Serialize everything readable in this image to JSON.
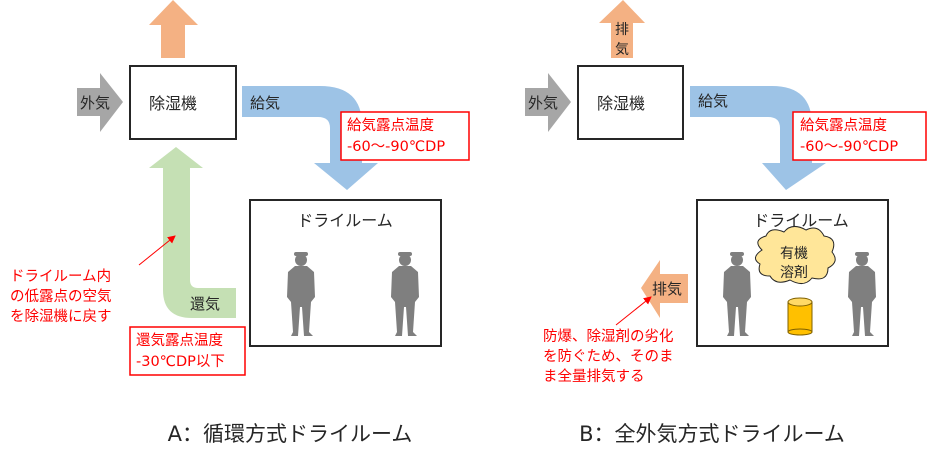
{
  "colors": {
    "exhaust": "#f4b183",
    "outside_air": "#a6a6a6",
    "supply": "#9dc3e6",
    "return": "#c5e0b4",
    "note": "#ff0000",
    "cloud": "#ffe699",
    "drum": "#ffc000"
  },
  "panel_a": {
    "outside_air": "外気",
    "dehumidifier": "除湿機",
    "supply_air": "給気",
    "supply_dewpoint": [
      "給気露点温度",
      "-60～-90℃DP"
    ],
    "dry_room": "ドライルーム",
    "return_air": "還気",
    "return_dewpoint": [
      "還気露点温度",
      "-30℃DP以下"
    ],
    "note": [
      "ドライルーム内",
      "の低露点の空気",
      "を除湿機に戻す"
    ],
    "caption": "A：循環方式ドライルーム"
  },
  "panel_b": {
    "exhaust_top": [
      "排",
      "気"
    ],
    "outside_air": "外気",
    "dehumidifier": "除湿機",
    "supply_air": "給気",
    "supply_dewpoint": [
      "給気露点温度",
      "-60～-90℃DP"
    ],
    "dry_room": "ドライルーム",
    "solvent": [
      "有機",
      "溶剤"
    ],
    "exhaust": "排気",
    "note": [
      "防爆、除湿剤の劣化",
      "を防ぐため、そのま",
      "ま全量排気する"
    ],
    "caption": "B：全外気方式ドライルーム"
  }
}
